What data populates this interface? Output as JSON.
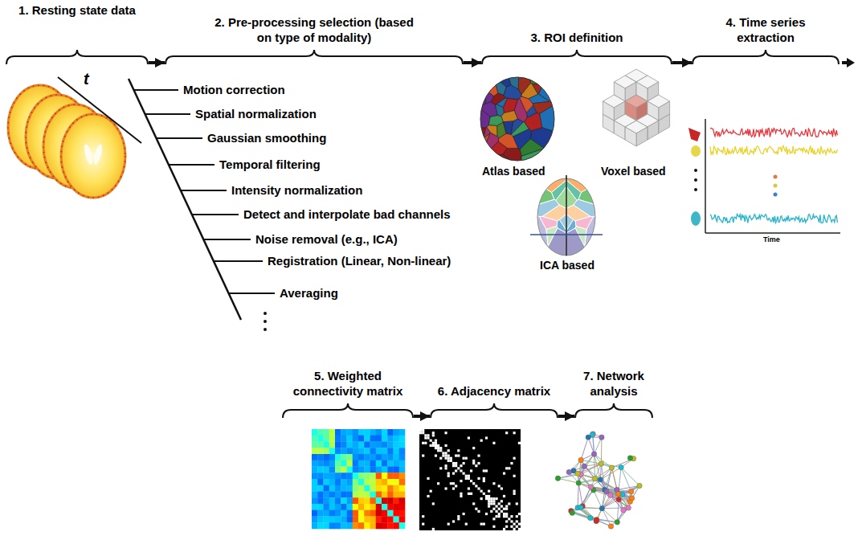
{
  "diagram": {
    "nodes": [
      {
        "text": [
          "1. Resting state data"
        ]
      },
      {
        "text": [
          "2. Pre-processing selection (based on type of modality)"
        ]
      },
      {
        "text": [
          "3. ROI definition"
        ]
      },
      {
        "text": [
          "4. Time series extraction"
        ]
      },
      {
        "text": [
          "5. Weighted connectivity matrix"
        ]
      },
      {
        "text": [
          "6. Adjacency matrix"
        ]
      },
      {
        "text": [
          "7. Network analysis"
        ]
      }
    ],
    "edges": [
      {
        "from": 0,
        "to": 1,
        "arrow": "to"
      },
      {
        "from": 1,
        "to": 2,
        "arrow": "to"
      },
      {
        "from": 2,
        "to": 3,
        "arrow": "to"
      },
      {
        "from": 4,
        "to": 5,
        "arrow": "to"
      },
      {
        "from": 5,
        "to": 6,
        "arrow": "to"
      }
    ],
    "labels": [
      "t",
      "Motion correction",
      "Spatial normalization",
      "Gaussian smoothing",
      "Temporal filtering",
      "Intensity normalization",
      "Detect and interpolate bad channels",
      "Noise removal (e.g., ICA)",
      "Registration (Linear, Non-linear)",
      "Averaging",
      "Atlas based",
      "Voxel based",
      "ICA based",
      "Time"
    ]
  }
}
